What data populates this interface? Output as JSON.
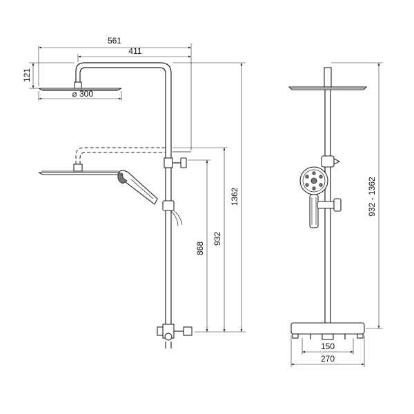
{
  "side_view": {
    "dim_total_reach": "561",
    "dim_arm_reach": "411",
    "dim_head_height": "121",
    "dim_head_diameter": "300",
    "diameter_symbol": "⌀",
    "dim_total_height": "1362",
    "dim_height_932": "932",
    "dim_height_868": "868"
  },
  "front_view": {
    "dim_height_range": "932 - 1362",
    "dim_inlet_spacing": "150",
    "dim_body_width": "270"
  }
}
